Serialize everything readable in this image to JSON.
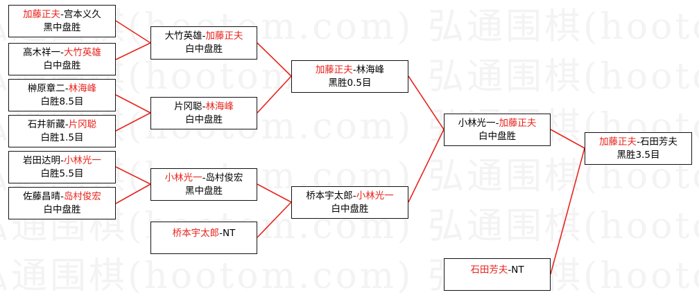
{
  "watermark": {
    "lines": [
      "弘通围棋(hootom.com) 弘通围棋(hootom.com) 弘通围棋(ho",
      "弘通围棋(hootom.com) 弘通围棋(hootom.com) 弘通围棋(ho",
      "弘通围棋(hootom.com) 弘通围棋(hootom.com) 弘通围棋(ho",
      "弘通围棋(hootom.com) 弘通围棋(hootom.com) 弘通围棋(ho",
      "弘通围棋(hootom.com) 弘通围棋(hootom.com) 弘通围棋(ho",
      "弘通围棋(hootom.com) 弘通围棋(hootom.com) 弘通围棋(ho"
    ]
  },
  "colors": {
    "winner": "#e8231c",
    "line": "#e8231c",
    "border": "#111111"
  },
  "matches": {
    "r1_1": {
      "p1": "加藤正夫",
      "sep": "-",
      "p2": "宫本义久",
      "winner": "p1",
      "result": "黑中盘胜"
    },
    "r1_2": {
      "p1": "高木祥一",
      "sep": "-",
      "p2": "大竹英雄",
      "winner": "p2",
      "result": "白中盘胜"
    },
    "r1_3": {
      "p1": "榊原章二",
      "sep": "-",
      "p2": "林海峰",
      "winner": "p2",
      "result": "白胜8.5目"
    },
    "r1_4": {
      "p1": "石井新藏",
      "sep": "-",
      "p2": "片冈聪",
      "winner": "p2",
      "result": "白胜1.5目"
    },
    "r1_5": {
      "p1": "岩田达明",
      "sep": "-",
      "p2": "小林光一",
      "winner": "p2",
      "result": "白胜5.5目"
    },
    "r1_6": {
      "p1": "佐藤昌晴",
      "sep": "-",
      "p2": "岛村俊宏",
      "winner": "p2",
      "result": "白中盘胜"
    },
    "r2_1": {
      "p1": "大竹英雄",
      "sep": "-",
      "p2": "加藤正夫",
      "winner": "p2",
      "result": "白中盘胜"
    },
    "r2_2": {
      "p1": "片冈聪",
      "sep": "-",
      "p2": "林海峰",
      "winner": "p2",
      "result": "白中盘胜"
    },
    "r2_3": {
      "p1": "小林光一",
      "sep": "-",
      "p2": "岛村俊宏",
      "winner": "p1",
      "result": "黑中盘胜"
    },
    "r2_4": {
      "p1": "桥本宇太郎",
      "sep": "-",
      "p2": "NT",
      "winner": "p1",
      "result": ""
    },
    "r3_1": {
      "p1": "加藤正夫",
      "sep": "-",
      "p2": "林海峰",
      "winner": "p1",
      "result": "黑胜0.5目"
    },
    "r3_2": {
      "p1": "桥本宇太郎",
      "sep": "-",
      "p2": "小林光一",
      "winner": "p2",
      "result": "白中盘胜"
    },
    "r4_1": {
      "p1": "小林光一",
      "sep": "-",
      "p2": "加藤正夫",
      "winner": "p2",
      "result": "白中盘胜"
    },
    "r4_2": {
      "p1": "石田芳夫",
      "sep": "-",
      "p2": "NT",
      "winner": "p1",
      "result": ""
    },
    "final": {
      "p1": "加藤正夫",
      "sep": "-",
      "p2": "石田芳夫",
      "winner": "p1",
      "result": "黑胜3.5目"
    }
  }
}
